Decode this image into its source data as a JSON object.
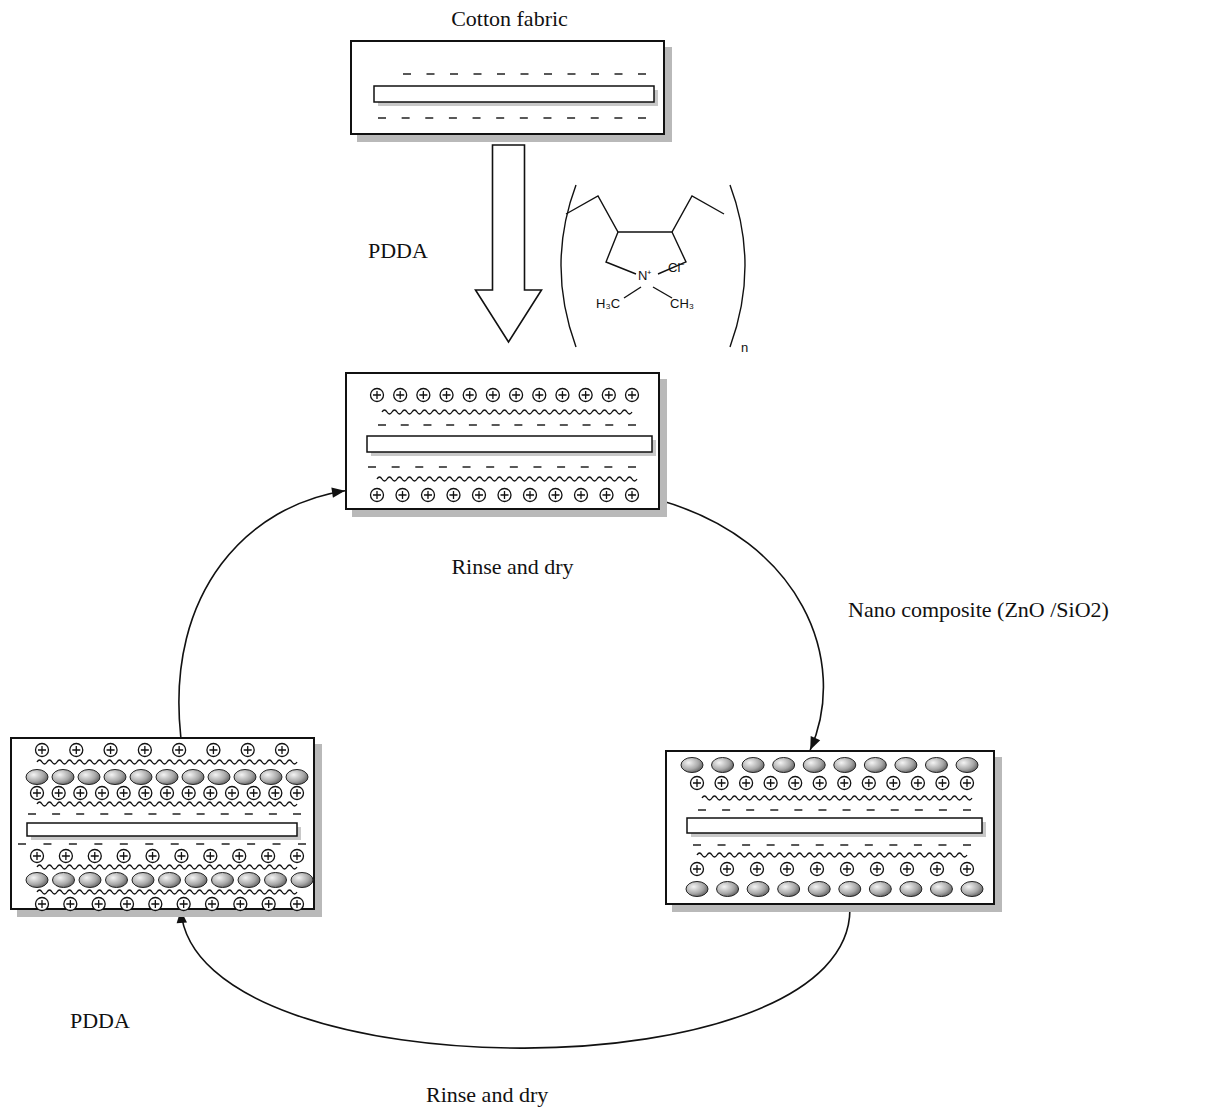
{
  "diagram": {
    "nodes": [
      {
        "text": [
          "Cotton fabric"
        ]
      },
      {
        "text": [
          "Rinse and dry"
        ]
      },
      {
        "text": []
      },
      {
        "text": []
      }
    ],
    "edges": [
      {
        "from": 0,
        "to": 1,
        "arrow": "to",
        "label": "PDDA"
      },
      {
        "from": 1,
        "to": 2,
        "arrow": "to",
        "label": "Nano composite (ZnO /SiO2)"
      },
      {
        "from": 2,
        "to": 3,
        "arrow": "to",
        "label": "PDDA"
      },
      {
        "from": 3,
        "to": 1,
        "arrow": "to"
      }
    ],
    "labels": [
      "Cl⁻",
      "N⁺",
      "H₃C",
      "CH₃",
      "n",
      "Rinse and dry"
    ]
  }
}
